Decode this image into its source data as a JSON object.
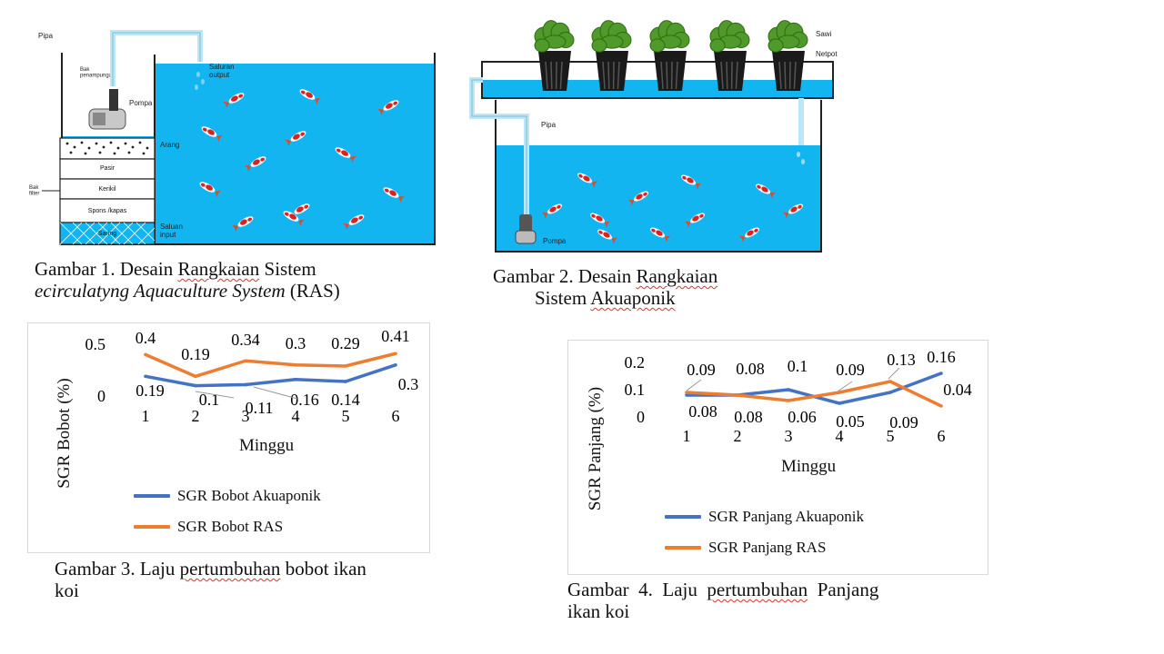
{
  "figure1": {
    "caption_prefix": "Gambar 1. Desain ",
    "caption_rangkaian": "Rangkaian",
    "caption_line1_rest": " Sistem",
    "caption_line2_italic": "ecirculatyng Aquaculture System",
    "caption_line2_rest": " (RAS)",
    "labels": {
      "pipa": "Pipa",
      "pompa": "Pompa",
      "saluran_output": "Saluran\noutput",
      "arang": "Arang",
      "pasir": "Pasir",
      "kerikil": "Kerikil",
      "spons": "Spons /kapas",
      "saring": "Saring",
      "saluan_input": "Saluan\ninput",
      "bak_penampungan": "Bak\npenampungan",
      "bak_filter": "Bak\nfilter"
    }
  },
  "figure2": {
    "caption_prefix": "Gambar 2. Desain ",
    "caption_rangkaian": "Rangkaian",
    "caption_line2_prefix": "Sistem ",
    "caption_akuaponik": "Akuaponik",
    "labels": {
      "sawi": "Sawi",
      "netpot": "Netpot",
      "pipa": "Pipa",
      "pompa": "Pompa"
    }
  },
  "colors": {
    "water": "#12b5f0",
    "akuaponik": "#4472c4",
    "ras": "#ed7d31"
  },
  "chart_data": [
    {
      "type": "line",
      "ylabel": "SGR Bobot (%)",
      "xlabel": "Minggu",
      "x": [
        "1",
        "2",
        "3",
        "4",
        "5",
        "6"
      ],
      "yticks": [
        "0",
        "0.5"
      ],
      "ylim": [
        0,
        0.5
      ],
      "series": [
        {
          "name": "SGR Bobot Akuaponik",
          "values": [
            0.19,
            0.1,
            0.11,
            0.16,
            0.14,
            0.3
          ],
          "labels": [
            "0.19",
            "0.1",
            "0.11",
            "0.16",
            "0.14",
            "0.3"
          ]
        },
        {
          "name": "SGR Bobot RAS",
          "values": [
            0.4,
            0.19,
            0.34,
            0.3,
            0.29,
            0.41
          ],
          "labels": [
            "0.4",
            "0.19",
            "0.34",
            "0.3",
            "0.29",
            "0.41"
          ]
        }
      ],
      "caption_prefix": "Gambar 3. Laju ",
      "caption_word": "pertumbuhan",
      "caption_rest": " bobot ikan",
      "caption_line2": "koi"
    },
    {
      "type": "line",
      "ylabel": "SGR Panjang (%)",
      "xlabel": "Minggu",
      "x": [
        "1",
        "2",
        "3",
        "4",
        "5",
        "6"
      ],
      "yticks": [
        "0",
        "0.1",
        "0.2"
      ],
      "ylim": [
        0,
        0.2
      ],
      "series": [
        {
          "name": "SGR Panjang Akuaponik",
          "values": [
            0.08,
            0.08,
            0.1,
            0.05,
            0.09,
            0.16
          ],
          "labels": [
            "0.09",
            "0.08",
            "0.1",
            "0.09",
            "0.13",
            "0.16"
          ]
        },
        {
          "name": "SGR Panjang RAS",
          "values": [
            0.09,
            0.08,
            0.06,
            0.09,
            0.13,
            0.04
          ],
          "labels": [
            "0.08",
            "0.08",
            "0.06",
            "0.05",
            "0.09",
            "0.04"
          ]
        }
      ],
      "caption_prefix": "Gambar  4.  Laju  ",
      "caption_word": "pertumbuhan",
      "caption_rest": "  Panjang",
      "caption_line2": "ikan koi"
    }
  ]
}
